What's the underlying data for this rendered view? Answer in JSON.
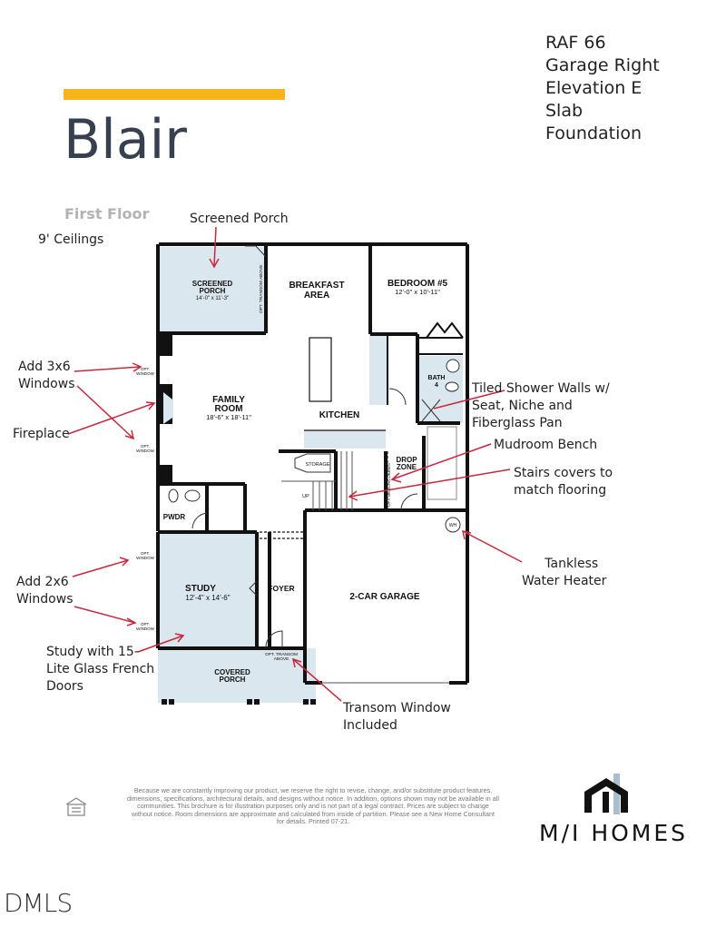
{
  "header": {
    "plan_name": "Blair",
    "accent_color": "#f7b51b",
    "specs": [
      "RAF 66",
      "Garage Right",
      "Elevation E",
      "Slab",
      "Foundation"
    ]
  },
  "floor": {
    "label": "First Floor",
    "ceilings": "9' Ceilings"
  },
  "rooms": {
    "screened_porch": {
      "name_1": "SCREENED",
      "name_2": "PORCH",
      "dims": "14'-0\" x 11'-3\""
    },
    "breakfast": {
      "name_1": "BREAKFAST",
      "name_2": "AREA"
    },
    "bedroom5": {
      "name": "BEDROOM #5",
      "dims": "12'-0\" x 10'-11\""
    },
    "bath4": {
      "name_1": "BATH",
      "name_2": "4"
    },
    "family_room": {
      "name_1": "FAMILY",
      "name_2": "ROOM",
      "dims": "18'-6\" x 18'-11\""
    },
    "kitchen": {
      "name": "KITCHEN"
    },
    "storage": {
      "name": "STORAGE"
    },
    "up": {
      "name": "UP"
    },
    "drop_zone": {
      "name_1": "DROP",
      "name_2": "ZONE"
    },
    "pwdr": {
      "name": "PWDR"
    },
    "study": {
      "name": "STUDY",
      "dims": "12'-4\" x 14'-6\""
    },
    "foyer": {
      "name": "FOYER"
    },
    "garage": {
      "name": "2-CAR GARAGE"
    },
    "covered_porch": {
      "name_1": "COVERED",
      "name_2": "PORCH"
    },
    "wh": {
      "name": "WH"
    }
  },
  "plan_notes": {
    "opt_window": [
      "OPT.",
      "WINDOW"
    ],
    "opt_transom_above_vertical": "OPT. TRANSOM ABOVE",
    "opt_transom_above": [
      "OPT. TRANSOM",
      "ABOVE"
    ],
    "opt_bench_cubbies": "OPT. BENCH/CUBBIES"
  },
  "callouts": {
    "screened_porch": "Screened Porch",
    "add_3x6": [
      "Add 3x6",
      "Windows"
    ],
    "fireplace": "Fireplace",
    "tiled_shower": [
      "Tiled Shower Walls w/",
      "Seat, Niche and",
      "Fiberglass Pan"
    ],
    "mudroom": "Mudroom Bench",
    "stairs": [
      "Stairs covers to",
      "match flooring"
    ],
    "tankless": [
      "Tankless",
      "Water Heater"
    ],
    "add_2x6": [
      "Add 2x6",
      "Windows"
    ],
    "study_doors": [
      "Study with 15-",
      "Lite Glass French",
      "Doors"
    ],
    "transom": [
      "Transom Window",
      "Included"
    ],
    "arrow_color": "#c8283c"
  },
  "footer": {
    "disclaimer": "Because we are constantly improving our product, we reserve the right to revise, change, and/or substitute product features, dimensions, specifications, architectural details, and designs without notice. In addition, options shown may not be available in all communities. This brochure is for illustration purposes only and is not part of a legal contract. Prices are subject to change without notice. Room dimensions are approximate and calculated from inside of partition. Please see a New Home Consultant for details. Printed 07-21.",
    "brand": "M/I HOMES",
    "equal_housing_icon": "equal-housing-opportunity-icon",
    "watermark": "DMLS"
  }
}
